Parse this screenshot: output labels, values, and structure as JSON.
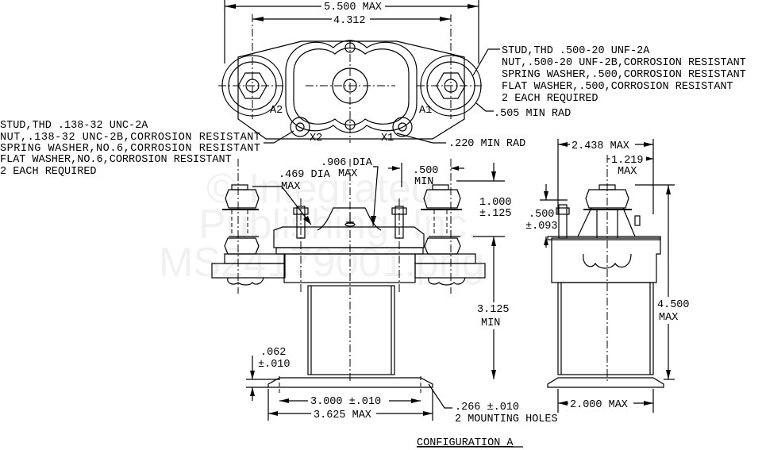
{
  "watermark": {
    "line1": "© Integrated",
    "line2": "Publishing, Inc.",
    "line3": "MS24179001.png"
  },
  "top_view": {
    "dim_overall": "5.500 MAX",
    "dim_studs": "4.312",
    "terminal_labels": {
      "a1": "A1",
      "a2": "A2",
      "x1": "X1",
      "x2": "X2"
    },
    "main_stud_note": [
      "STUD,THD .500-20 UNF-2A",
      "NUT,.500-20 UNF-2B,CORROSION RESISTANT",
      "SPRING WASHER,.500,CORROSION RESISTANT",
      "FLAT WASHER,.500,CORROSION RESISTANT",
      "2 EACH REQUIRED"
    ],
    "main_rad": ".505 MIN RAD",
    "small_stud_note": [
      "STUD,THD .138-32 UNC-2A",
      "NUT,.138-32 UNC-2B,CORROSION RESISTANT",
      "SPRING WASHER,NO.6,CORROSION RESISTANT",
      "FLAT WASHER,NO.6,CORROSION RESISTANT",
      "2 EACH REQUIRED"
    ],
    "small_rad": ".220 MIN RAD"
  },
  "front_view": {
    "dia_469": [
      ".469 DIA",
      "MAX"
    ],
    "dia_906": [
      ".906 DIA",
      "MAX"
    ],
    "min_500": [
      ".500",
      "MIN"
    ],
    "height_1000": [
      "1.000",
      "±.125"
    ],
    "height_3125": [
      "3.125",
      "MIN"
    ],
    "thickness": [
      ".062",
      "±.010"
    ],
    "hole_spacing": "3.000 ±.010",
    "base_width": "3.625 MAX",
    "holes": [
      ".266 ±.010",
      "2 MOUNTING HOLES"
    ]
  },
  "side_view": {
    "depth": "2.438 MAX",
    "offset": [
      "1.219",
      "MAX"
    ],
    "small_height": [
      ".500",
      "±.093"
    ],
    "overall_height": [
      "4.500",
      "MAX"
    ],
    "base_depth": "2.000 MAX"
  },
  "caption": "CONFIGURATION A"
}
